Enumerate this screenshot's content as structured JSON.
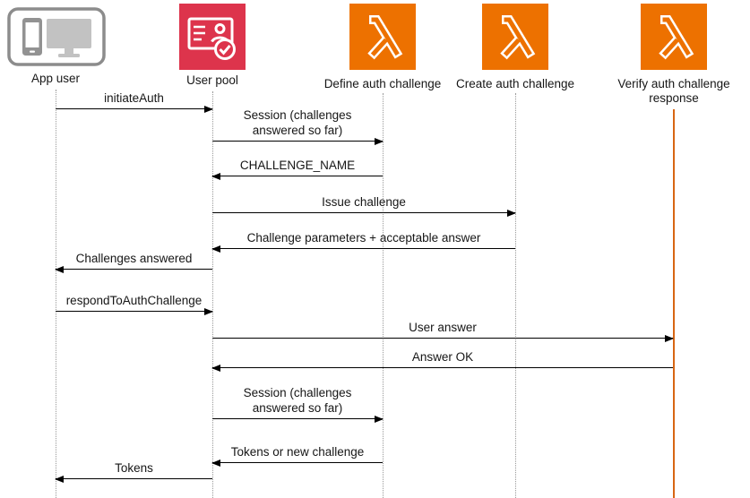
{
  "diagram": {
    "actors": [
      {
        "id": "app-user",
        "label": "App user"
      },
      {
        "id": "user-pool",
        "label": "User pool"
      },
      {
        "id": "define-auth",
        "label": "Define auth challenge"
      },
      {
        "id": "create-auth",
        "label": "Create auth challenge"
      },
      {
        "id": "verify-auth",
        "label": "Verify auth challenge response"
      }
    ],
    "messages": [
      {
        "label": "initiateAuth",
        "from": "app-user",
        "to": "user-pool"
      },
      {
        "label": "Session (challenges answered so far)",
        "from": "user-pool",
        "to": "define-auth"
      },
      {
        "label": "CHALLENGE_NAME",
        "from": "define-auth",
        "to": "user-pool"
      },
      {
        "label": "Issue challenge",
        "from": "user-pool",
        "to": "create-auth"
      },
      {
        "label": "Challenge parameters + acceptable answer",
        "from": "create-auth",
        "to": "user-pool"
      },
      {
        "label": "Challenges answered",
        "from": "user-pool",
        "to": "app-user"
      },
      {
        "label": "respondToAuthChallenge",
        "from": "app-user",
        "to": "user-pool"
      },
      {
        "label": "User answer",
        "from": "user-pool",
        "to": "verify-auth"
      },
      {
        "label": "Answer OK",
        "from": "verify-auth",
        "to": "user-pool"
      },
      {
        "label": "Session (challenges answered so far)",
        "from": "user-pool",
        "to": "define-auth"
      },
      {
        "label": "Tokens or new challenge",
        "from": "define-auth",
        "to": "user-pool"
      },
      {
        "label": "Tokens",
        "from": "user-pool",
        "to": "app-user"
      }
    ],
    "colors": {
      "lambda_orange": "#ED7100",
      "cognito_red": "#DD344C",
      "lifeline_gray": "#9A9A9A",
      "active_lifeline_orange": "#D86613",
      "arrow_black": "#000000"
    }
  }
}
